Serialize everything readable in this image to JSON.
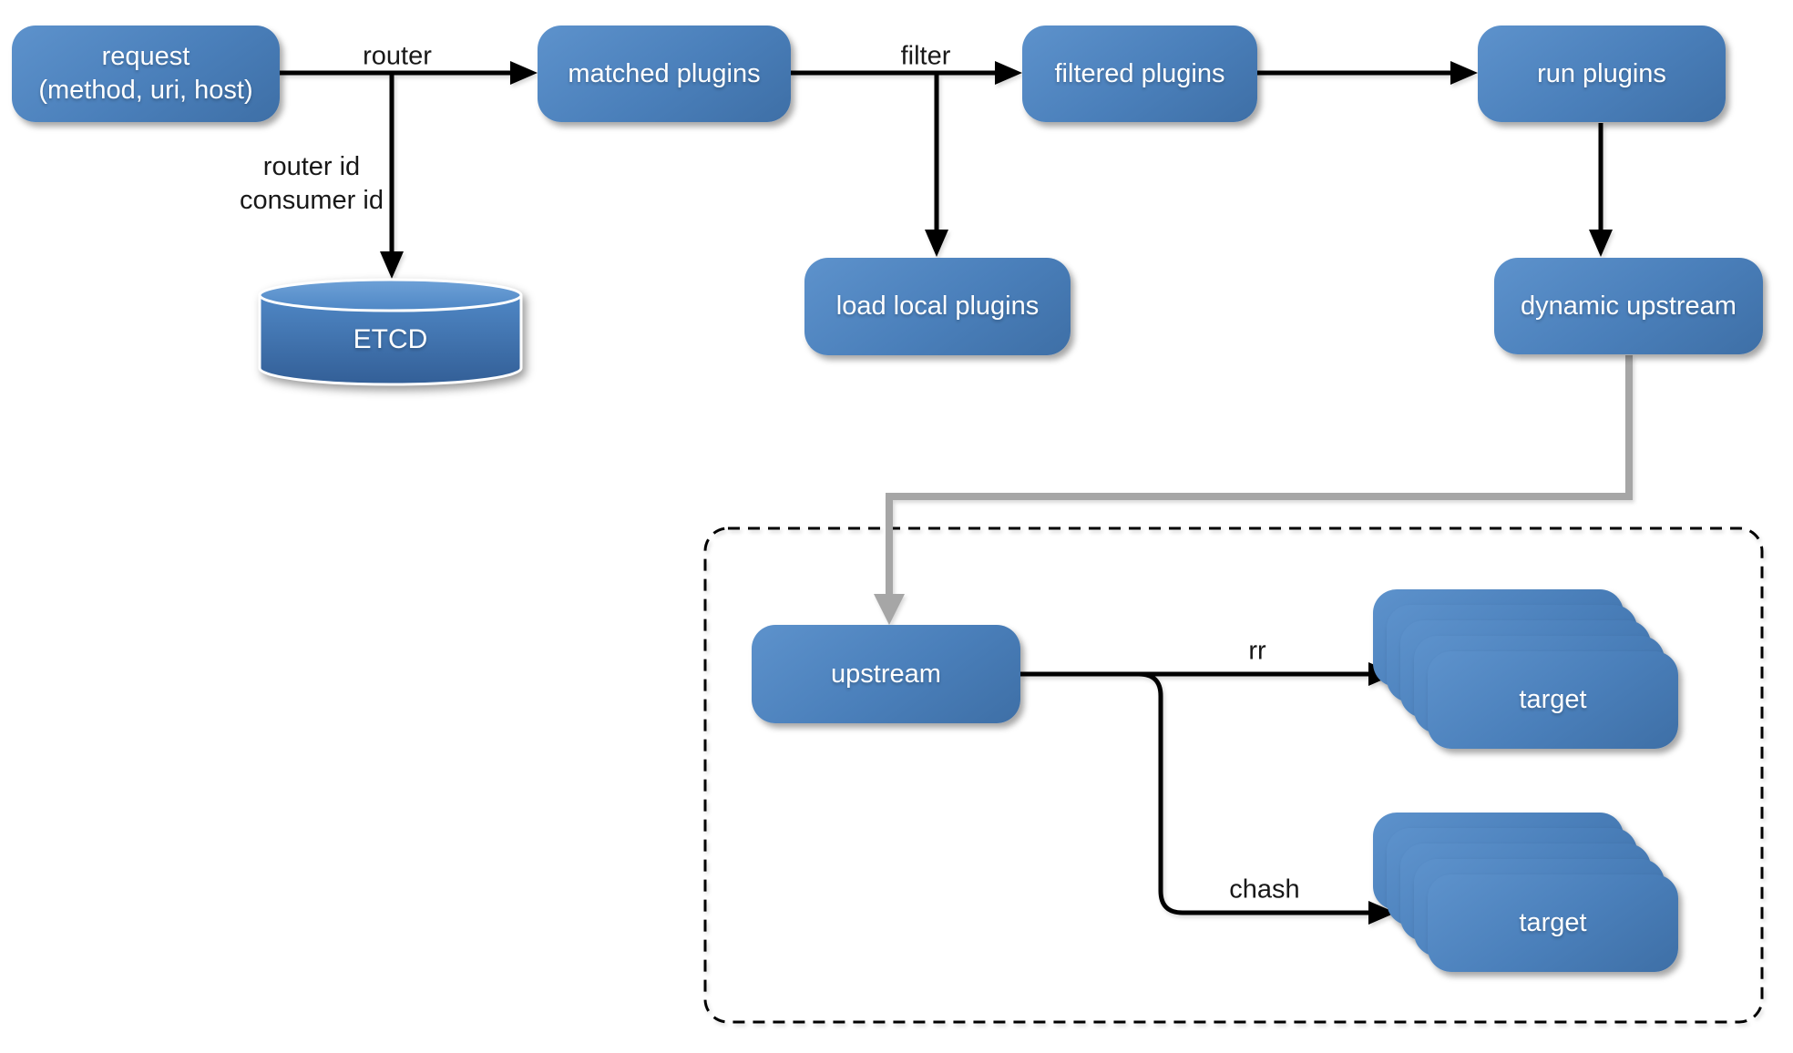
{
  "nodes": {
    "request": "request\n(method, uri, host)",
    "matched_plugins": "matched plugins",
    "filtered_plugins": "filtered plugins",
    "run_plugins": "run plugins",
    "etcd": "ETCD",
    "load_local_plugins": "load local plugins",
    "dynamic_upstream": "dynamic upstream",
    "upstream": "upstream",
    "target_rr": "target",
    "target_chash": "target"
  },
  "edge_labels": {
    "router": "router",
    "router_consumer_ids": "router id\nconsumer id",
    "filter": "filter",
    "rr": "rr",
    "chash": "chash"
  },
  "colors": {
    "node_gradient_light": "#5d92cc",
    "node_gradient_dark": "#3e6fa6",
    "node_text": "#ffffff",
    "edge_black": "#000000",
    "edge_gray": "#a6a6a6",
    "label_text": "#181818",
    "dashed_border": "#000000",
    "background": "#ffffff"
  }
}
